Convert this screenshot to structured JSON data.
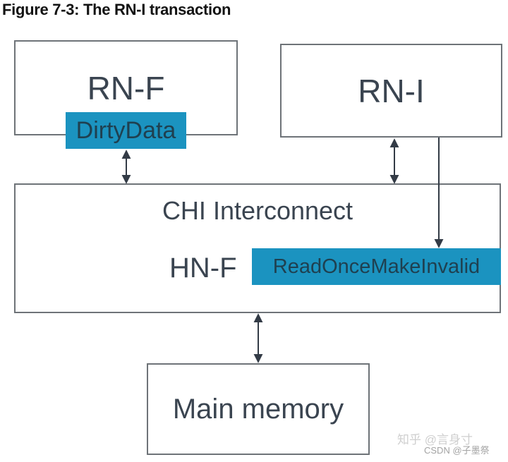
{
  "figure": {
    "title": "Figure 7-3: The RN-I transaction"
  },
  "diagram": {
    "rnf_label": "RN-F",
    "rni_label": "RN-I",
    "interconnect_label": "CHI Interconnect",
    "hnf_label": "HN-F",
    "main_memory_label": "Main memory",
    "dirty_data_label": "DirtyData",
    "read_once_make_invalid_label": "ReadOnceMakeInvalid"
  },
  "colors": {
    "accent_teal": "#1b93c0",
    "box_border": "#6e7378",
    "node_text": "#3a4450",
    "arrow": "#333b46",
    "teal_label_text": "#1f4050",
    "title_text": "#131313"
  },
  "watermarks": {
    "zhihu": "知乎 @言身寸",
    "csdn": "CSDN @子墨祭"
  }
}
